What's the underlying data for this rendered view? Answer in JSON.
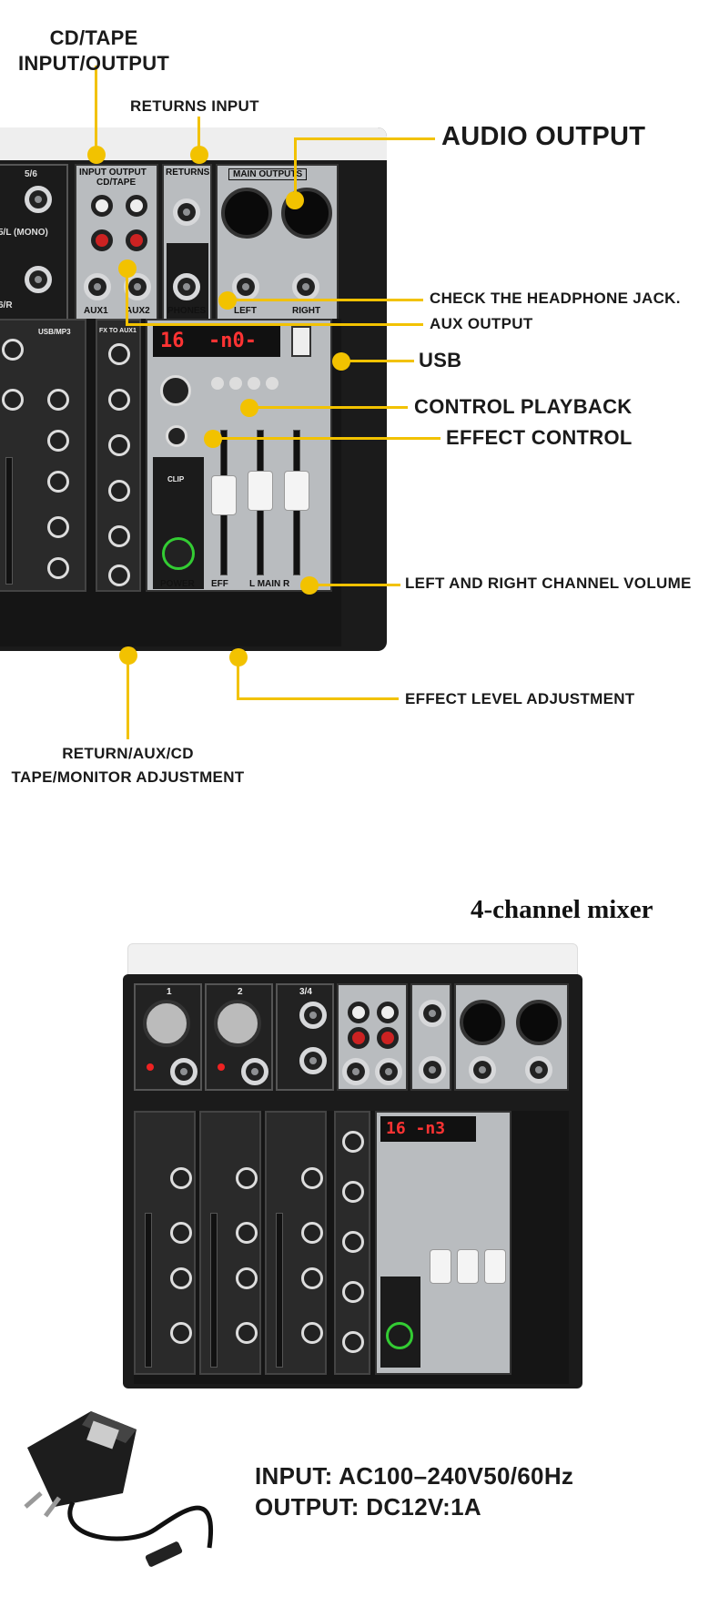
{
  "callouts": {
    "cd_tape": [
      "CD/TAPE",
      "INPUT/OUTPUT"
    ],
    "returns_input": "RETURNS INPUT",
    "audio_output": "AUDIO OUTPUT",
    "headphone": "CHECK THE HEADPHONE JACK.",
    "aux_output": "AUX OUTPUT",
    "usb": "USB",
    "control_playback": "CONTROL PLAYBACK",
    "effect_control": "EFFECT CONTROL",
    "lr_volume": "LEFT AND RIGHT CHANNEL VOLUME",
    "effect_level": "EFFECT LEVEL ADJUSTMENT",
    "return_adj": [
      "RETURN/AUX/CD",
      "TAPE/MONITOR ADJUSTMENT"
    ]
  },
  "panel": {
    "ch56": "5/6",
    "input_output": "INPUT  OUTPUT",
    "cd_tape": "CD/TAPE",
    "returns": "RETURNS",
    "main_outputs": "MAIN OUTPUTS",
    "mono": "5/L (MONO)",
    "r": "6/R",
    "aux1": "AUX1",
    "aux2": "AUX2",
    "phones": "PHONES",
    "left": "LEFT",
    "right": "RIGHT",
    "display_num": "16",
    "display_txt": "-n0-",
    "power": "POWER",
    "eff": "EFF",
    "main": "L  MAIN  R",
    "usb_mp3": "USB/MP3",
    "fx_to_aux1": "FX TO AUX1",
    "clip": "CLIP",
    "ch_labels": [
      "1",
      "2",
      "3/4"
    ],
    "display2_txt": "-n3"
  },
  "product_title": "4-channel mixer",
  "power_spec": {
    "input": "INPUT: AC100–240V50/60Hz",
    "output": "OUTPUT: DC12V:1A"
  },
  "colors": {
    "accent": "#f2c200",
    "panel": "#b9bcbf",
    "body": "#1b1b1b"
  }
}
